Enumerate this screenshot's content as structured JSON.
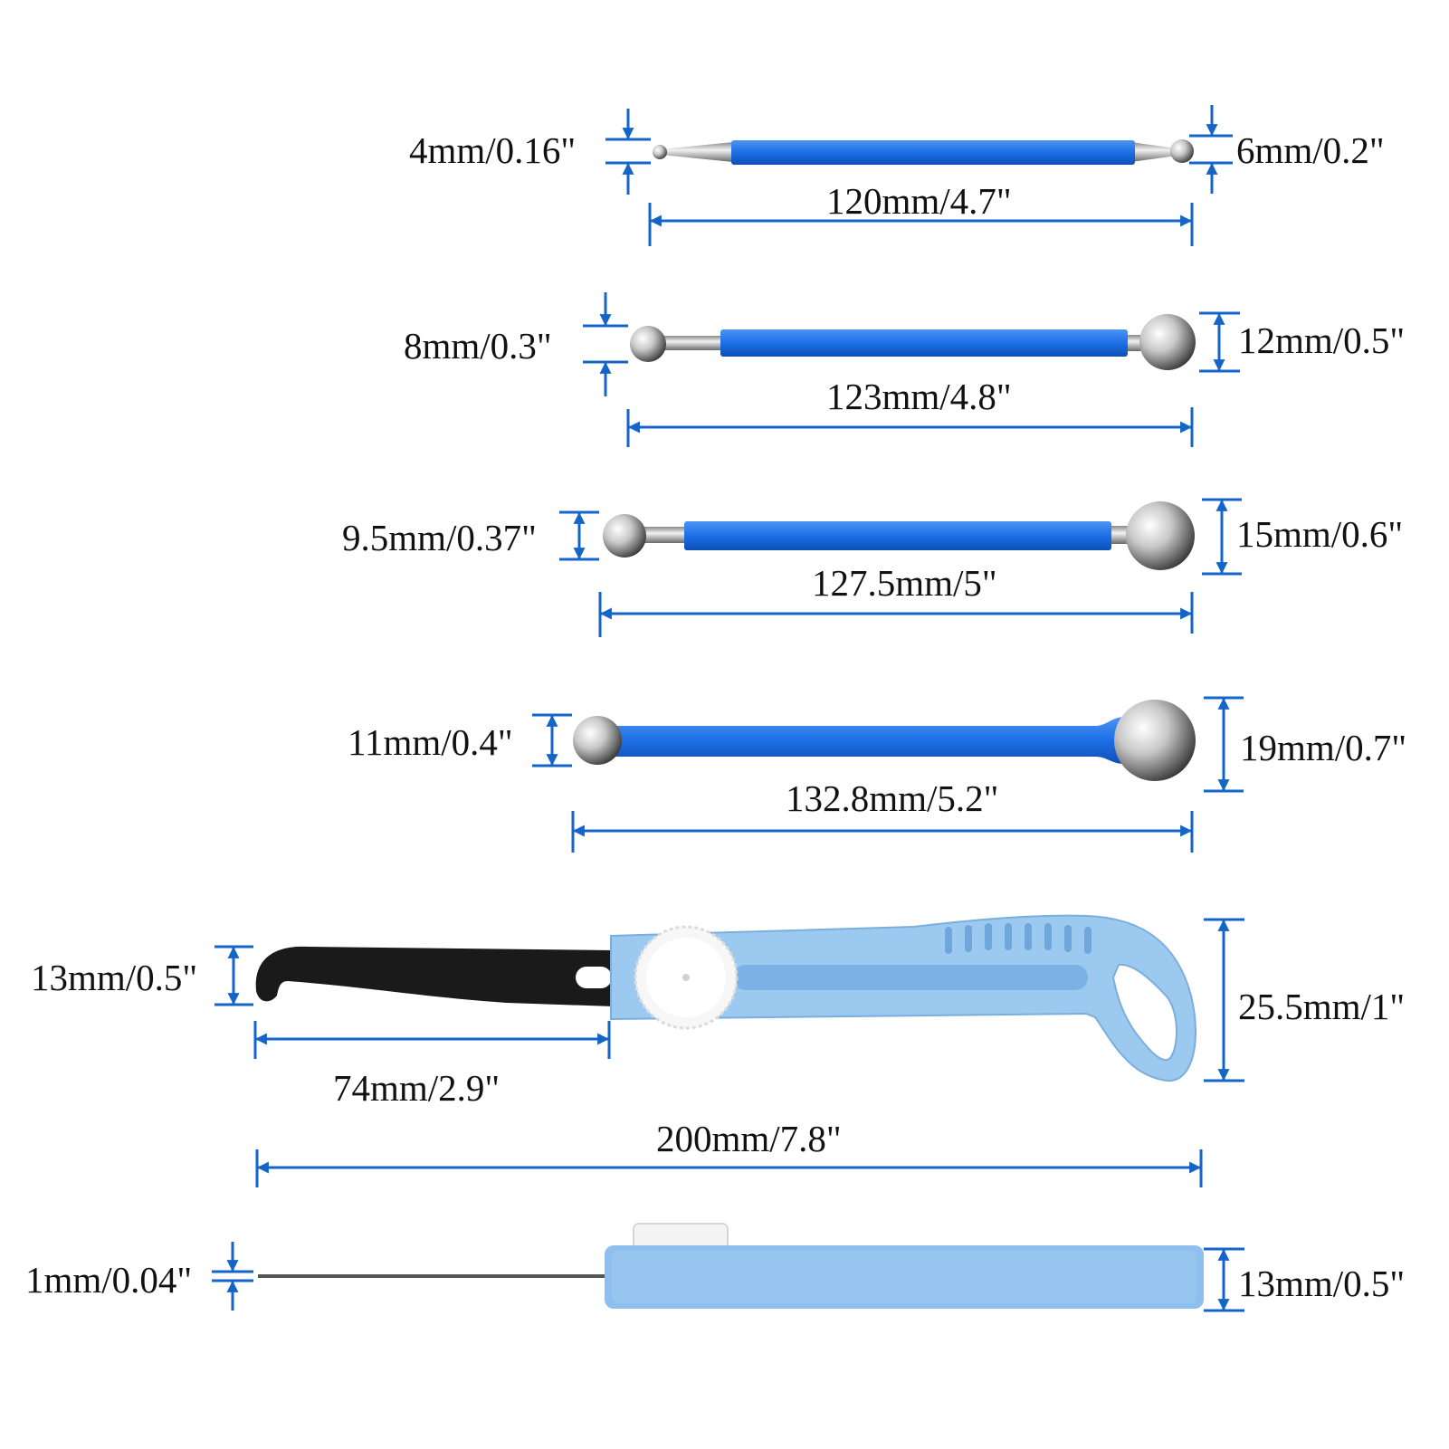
{
  "colors": {
    "dimension_line": "#1565c8",
    "stylus_handle": "#1d6fe6",
    "handle_light_blue": "#9cc9ef",
    "metal": "#c9c9c9",
    "blade": "#1a1a1a"
  },
  "tools": [
    {
      "left_tip": "4mm/0.16\"",
      "right_tip": "6mm/0.2\"",
      "length": "120mm/4.7\""
    },
    {
      "left_tip": "8mm/0.3\"",
      "right_tip": "12mm/0.5\"",
      "length": "123mm/4.8\""
    },
    {
      "left_tip": "9.5mm/0.37\"",
      "right_tip": "15mm/0.6\"",
      "length": "127.5mm/5\""
    },
    {
      "left_tip": "11mm/0.4\"",
      "right_tip": "19mm/0.7\"",
      "length": "132.8mm/5.2\""
    }
  ],
  "hook_knife": {
    "blade_height": "13mm/0.5\"",
    "blade_length": "74mm/2.9\"",
    "handle_height": "25.5mm/1\"",
    "total_length": "200mm/7.8\""
  },
  "side_view": {
    "blade_thickness": "1mm/0.04\"",
    "handle_thickness": "13mm/0.5\""
  }
}
